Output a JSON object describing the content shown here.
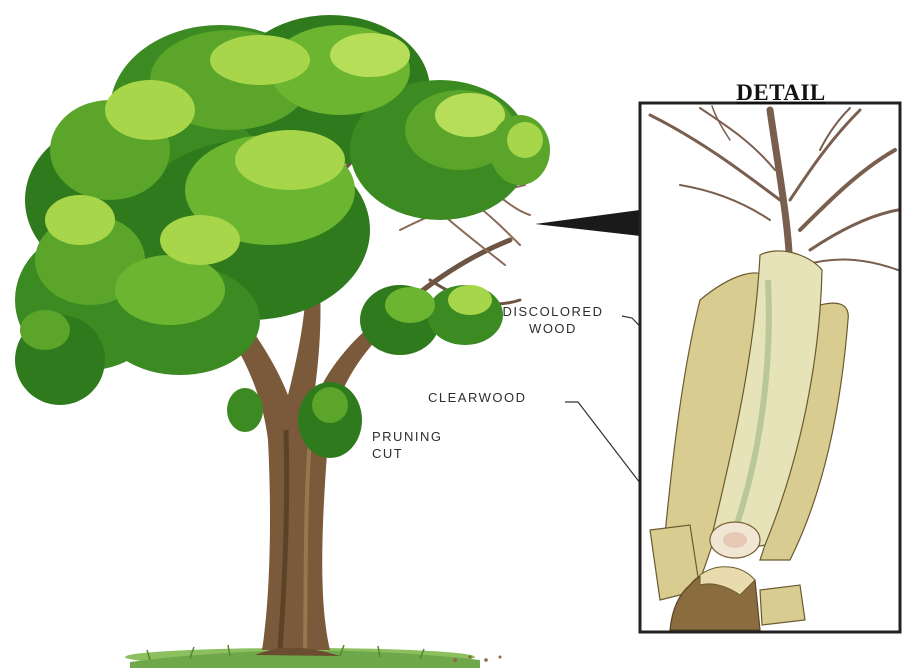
{
  "detail_title": "DETAIL",
  "labels": {
    "discolored_wood": [
      "DISCOLORED",
      "WOOD"
    ],
    "clearwood": "CLEARWOOD",
    "pruning_cut": [
      "PRUNING",
      "CUT"
    ]
  },
  "colors": {
    "leaf_dark": "#2f7a1c",
    "leaf_mid": "#5aa52a",
    "leaf_light": "#a7d64a",
    "trunk": "#7a5a3a",
    "branch": "#6e5442",
    "wood_pale": "#e6dcaa",
    "wood_edge": "#b7a468",
    "grass": "#6fa84a",
    "frame": "#222222"
  }
}
